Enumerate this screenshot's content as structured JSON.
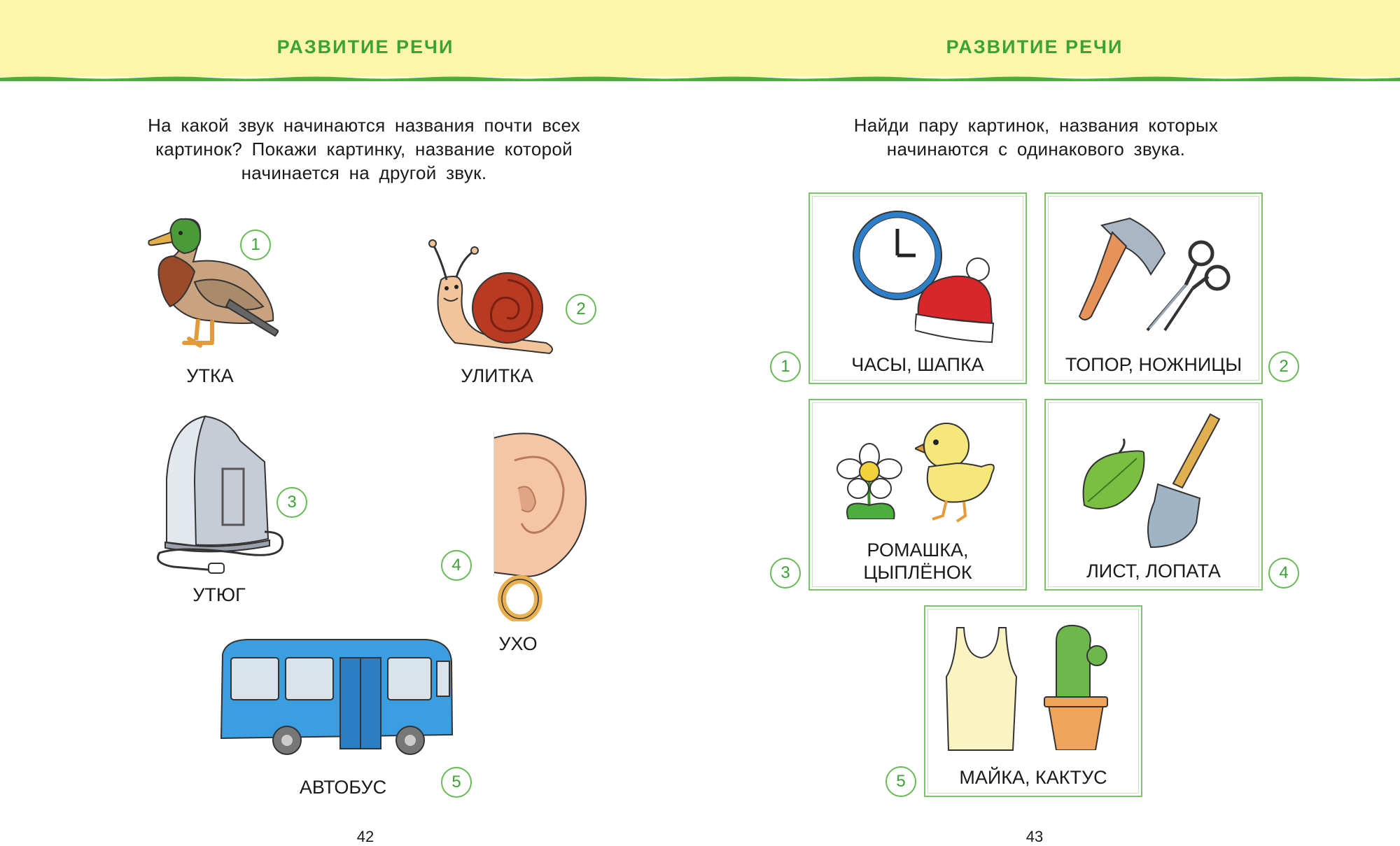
{
  "left_page": {
    "header": "РАЗВИТИЕ РЕЧИ",
    "instruction": "На какой звук начинаются названия почти всех картинок? Покажи картинку, название которой начинается на другой звук.",
    "items": [
      {
        "number": "1",
        "label": "УТКА",
        "icon": "duck-icon"
      },
      {
        "number": "2",
        "label": "УЛИТКА",
        "icon": "snail-icon"
      },
      {
        "number": "3",
        "label": "УТЮГ",
        "icon": "iron-icon"
      },
      {
        "number": "4",
        "label": "УХО",
        "icon": "ear-icon"
      },
      {
        "number": "5",
        "label": "АВТОБУС",
        "icon": "bus-icon"
      }
    ],
    "page_number": "42"
  },
  "right_page": {
    "header": "РАЗВИТИЕ РЕЧИ",
    "instruction": "Найди пару картинок, названия которых начинаются с одинакового звука.",
    "cards": [
      {
        "number": "1",
        "label": "ЧАСЫ,  ШАПКА",
        "icons": [
          "clock-icon",
          "hat-icon"
        ]
      },
      {
        "number": "2",
        "label": "ТОПОР,  НОЖНИЦЫ",
        "icons": [
          "axe-icon",
          "scissors-icon"
        ]
      },
      {
        "number": "3",
        "label_line1": "РОМАШКА,",
        "label_line2": "ЦЫПЛЁНОК",
        "icons": [
          "daisy-icon",
          "chick-icon"
        ]
      },
      {
        "number": "4",
        "label": "ЛИСТ,  ЛОПАТА",
        "icons": [
          "leaf-icon",
          "shovel-icon"
        ]
      },
      {
        "number": "5",
        "label": "МАЙКА,  КАКТУС",
        "icons": [
          "tank-top-icon",
          "cactus-icon"
        ]
      }
    ],
    "page_number": "43"
  },
  "colors": {
    "header_bg": "#fdf5a8",
    "accent_green": "#3aa335",
    "card_border": "#7dc36b"
  }
}
